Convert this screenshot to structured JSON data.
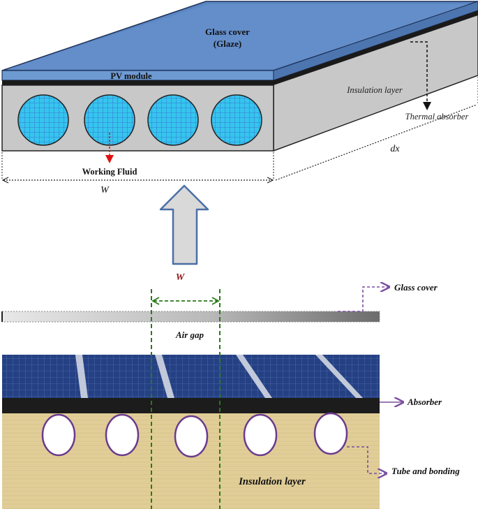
{
  "top_diagram": {
    "glass_cover_label_1": "Glass cover",
    "glass_cover_label_2": "(Glaze)",
    "pv_module_label": "PV module",
    "insulation_label": "Insulation layer",
    "thermal_absorber_label": "Thermal absorber",
    "dx_label": "dx",
    "working_fluid_label": "Working Fluid",
    "width_label": "W",
    "tube_count": 4,
    "colors": {
      "glass": "#5b86c2",
      "glass_edge": "#3f6aa5",
      "insulation": "#c8c8c8",
      "tube_fill": "#35c5ee",
      "tube_grid": "#3a64c8",
      "pv_layer": "#1a1a1a",
      "arrow_red": "#e01010"
    }
  },
  "arrow": {
    "width_label": "W",
    "colors": {
      "fill": "#d9d9d9",
      "stroke": "#4a6fa5",
      "label": "#8b1a1a"
    }
  },
  "bottom_diagram": {
    "glass_cover_label": "Glass cover",
    "air_gap_label": "Air gap",
    "absorber_label": "Absorber",
    "tube_bonding_label": "Tube and bonding",
    "insulation_label": "Insulation layer",
    "tube_count": 5,
    "pv_cell_count": 5,
    "colors": {
      "insulation": "#e2cf9a",
      "absorber": "#1c1c1c",
      "pv": "#243f7e",
      "tube_stroke": "#6a3a8e",
      "pointer": "#7a4fa0",
      "dashed_width": "#2a7a1a"
    }
  }
}
